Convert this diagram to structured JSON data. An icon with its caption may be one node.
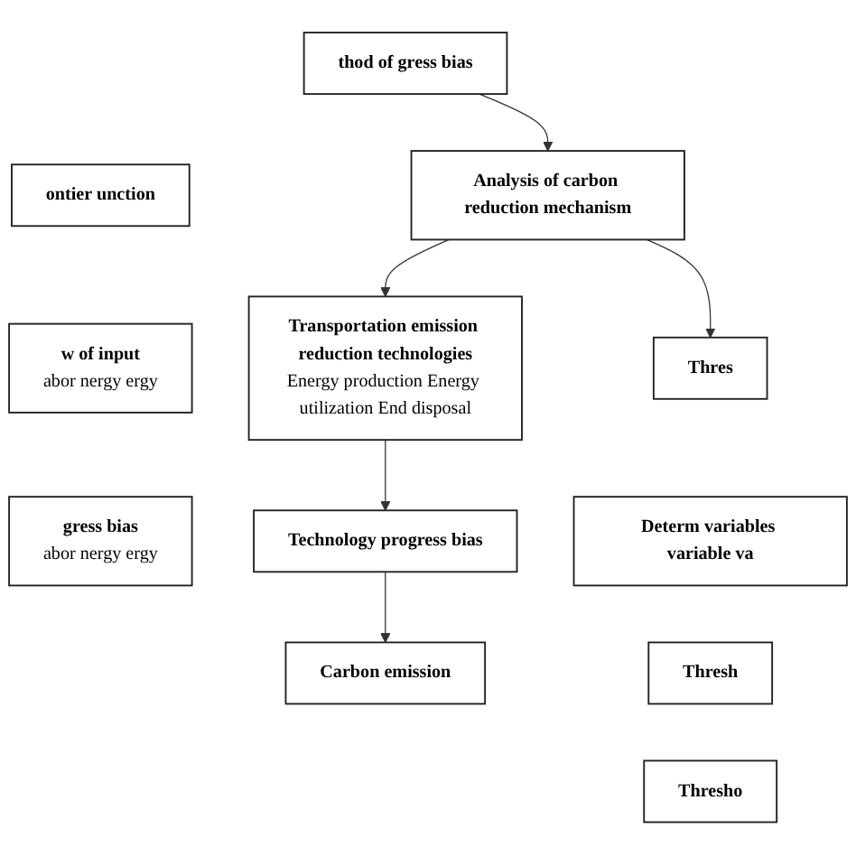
{
  "diagram": {
    "nodes": [
      {
        "text": [
          "thod of gress bias"
        ]
      },
      {
        "text": [
          "ontier unction"
        ]
      },
      {
        "text": [
          "w of input",
          "abor nergy ergy"
        ]
      },
      {
        "text": [
          "gress bias",
          "abor nergy ergy"
        ]
      },
      {
        "text": [
          "Analysis of carbon reduction mechanism"
        ]
      },
      {
        "text": [
          "Transportation emission reduction technologies",
          "Energy production Energy utilization End disposal"
        ]
      },
      {
        "text": [
          "Technology progress bias"
        ]
      },
      {
        "text": [
          "Carbon emission"
        ]
      },
      {
        "text": [
          "Thres"
        ]
      },
      {
        "text": [
          "Determ variables variable va"
        ]
      },
      {
        "text": [
          "Thresh"
        ]
      },
      {
        "text": [
          "Thresho"
        ]
      }
    ],
    "edges": [
      {
        "from": 0,
        "to": 4,
        "arrow": "to"
      },
      {
        "from": 4,
        "to": 8,
        "arrow": "to"
      },
      {
        "from": 4,
        "to": 5,
        "arrow": "to"
      },
      {
        "from": 5,
        "to": 6,
        "arrow": "to"
      },
      {
        "from": 6,
        "to": 7,
        "arrow": "to"
      }
    ]
  }
}
